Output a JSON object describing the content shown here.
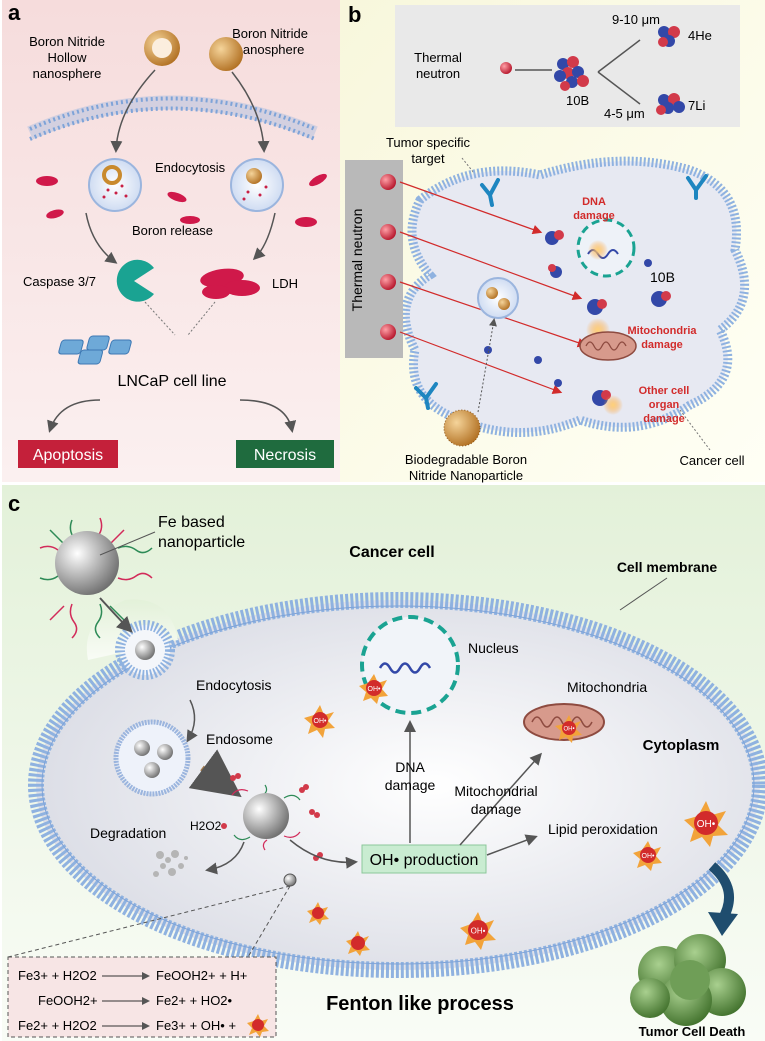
{
  "panel_a": {
    "label": "a",
    "bn_hollow": [
      "Boron Nitride",
      "Hollow",
      "nanosphere"
    ],
    "bn_solid": [
      "Boron Nitride",
      "nanosphere"
    ],
    "endocytosis": "Endocytosis",
    "boron_release": "Boron release",
    "caspase": "Caspase 3/7",
    "ldh": "LDH",
    "cell_line": "LNCaP cell line",
    "apoptosis": "Apoptosis",
    "necrosis": "Necrosis"
  },
  "panel_b": {
    "label": "b",
    "thermal_neutron_top": [
      "Thermal",
      "neutron"
    ],
    "boron10": "10B",
    "he_range": "9-10 μm",
    "he": "4He",
    "li_range": "4-5 μm",
    "li": "7Li",
    "tumor_target": [
      "Tumor specific",
      "target"
    ],
    "thermal_neutron_side": "Thermal neutron",
    "dna_damage": [
      "DNA",
      "damage"
    ],
    "b10_label": "10B",
    "mito_damage": [
      "Mitochondria",
      "damage"
    ],
    "other_damage": [
      "Other cell",
      "organ",
      "damage"
    ],
    "nanoparticle": [
      "Biodegradable Boron",
      "Nitride Nanoparticle"
    ],
    "cancer_cell": "Cancer cell"
  },
  "panel_c": {
    "label": "c",
    "fe_np": [
      "Fe based",
      "nanoparticle"
    ],
    "cancer_cell": "Cancer cell",
    "cell_membrane": "Cell membrane",
    "endocytosis": "Endocytosis",
    "endosome": "Endosome",
    "nucleus": "Nucleus",
    "mitochondria": "Mitochondria",
    "cytoplasm": "Cytoplasm",
    "dna_damage": [
      "DNA",
      "damage"
    ],
    "mito_damage": [
      "Mitochondrial",
      "damage"
    ],
    "degradation": "Degradation",
    "h2o2": "H2O2",
    "oh_production": "OH• production",
    "lipid": "Lipid peroxidation",
    "fenton": "Fenton like process",
    "tumor_death": "Tumor Cell Death",
    "oh_badge": "OH•",
    "reactions": [
      {
        "left": "Fe3+ + H2O2",
        "right": "FeOOH2+ + H+"
      },
      {
        "left": "FeOOH2+",
        "right": "Fe2+ + HO2•"
      },
      {
        "left": "Fe2+ + H2O2",
        "right": "Fe3+ + OH• +"
      }
    ]
  },
  "colors": {
    "apoptosis_bg": "#c4203a",
    "necrosis_bg": "#1f6b3e",
    "caspase": "#1aa392",
    "ldh": "#d0194a",
    "arrow_red": "#d22b2b",
    "membrane": "#8fb2e0"
  }
}
